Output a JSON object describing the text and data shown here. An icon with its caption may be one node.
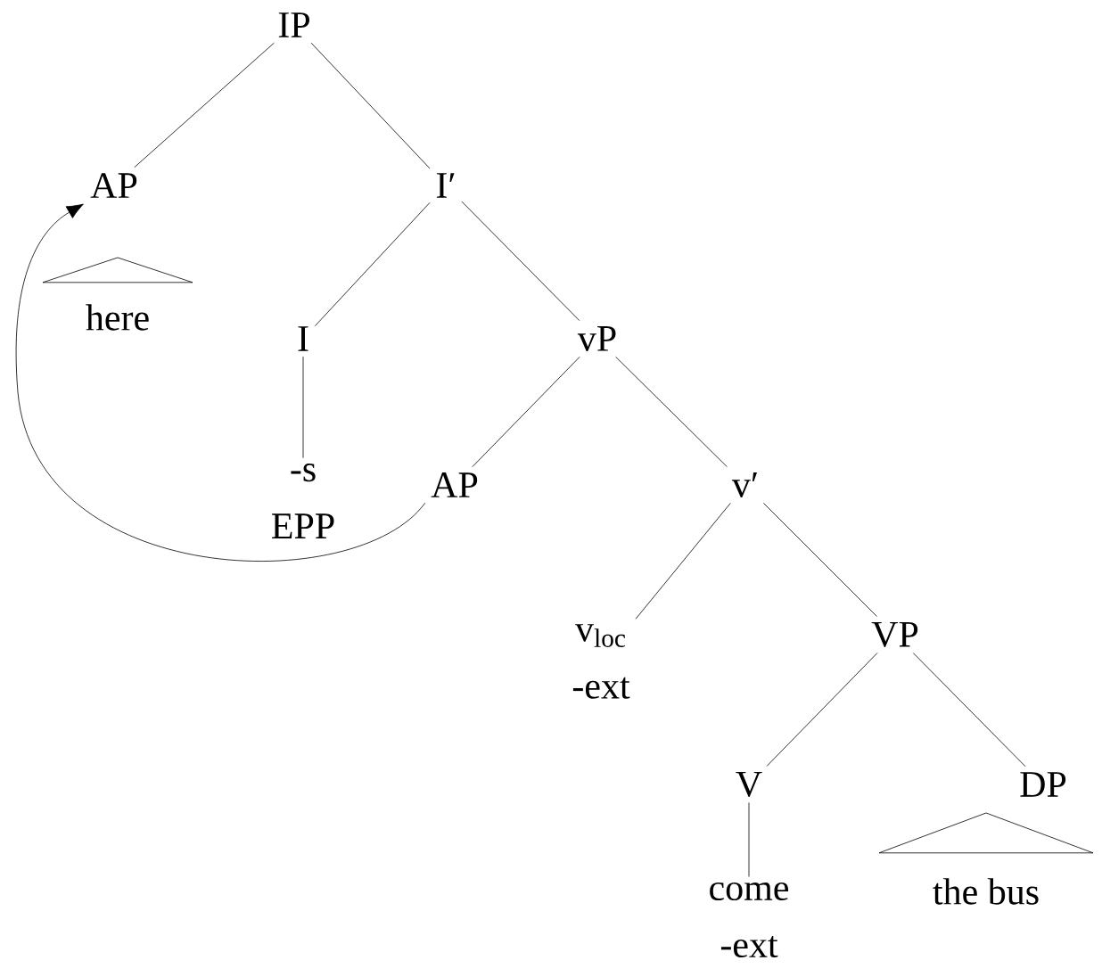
{
  "diagram": {
    "nodes": [
      {
        "text": [
          "IP"
        ]
      },
      {
        "text": [
          "AP"
        ]
      },
      {
        "text": [
          "here"
        ]
      },
      {
        "text": [
          "I′"
        ]
      },
      {
        "text": [
          "I"
        ]
      },
      {
        "text": [
          "vP"
        ]
      },
      {
        "text": [
          "-s",
          "EPP"
        ]
      },
      {
        "text": [
          "AP"
        ]
      },
      {
        "text": [
          "v′"
        ]
      },
      {
        "text": [
          "v$_{loc}$",
          "-ext"
        ]
      },
      {
        "text": [
          "VP"
        ]
      },
      {
        "text": [
          "V"
        ]
      },
      {
        "text": [
          "DP"
        ]
      },
      {
        "text": [
          "come",
          "-ext"
        ]
      },
      {
        "text": [
          "the bus"
        ]
      }
    ],
    "edges": [
      {
        "from": 0,
        "to": 1,
        "arrow": "none"
      },
      {
        "from": 0,
        "to": 3,
        "arrow": "none"
      },
      {
        "from": 1,
        "to": 2,
        "arrow": "none"
      },
      {
        "from": 3,
        "to": 4,
        "arrow": "none"
      },
      {
        "from": 3,
        "to": 5,
        "arrow": "none"
      },
      {
        "from": 4,
        "to": 6,
        "arrow": "none"
      },
      {
        "from": 5,
        "to": 7,
        "arrow": "none"
      },
      {
        "from": 5,
        "to": 8,
        "arrow": "none"
      },
      {
        "from": 8,
        "to": 9,
        "arrow": "none"
      },
      {
        "from": 8,
        "to": 10,
        "arrow": "none"
      },
      {
        "from": 10,
        "to": 11,
        "arrow": "none"
      },
      {
        "from": 10,
        "to": 12,
        "arrow": "none"
      },
      {
        "from": 11,
        "to": 13,
        "arrow": "none"
      },
      {
        "from": 12,
        "to": 14,
        "arrow": "none"
      },
      {
        "from": 7,
        "to": 1,
        "arrow": "to"
      }
    ]
  }
}
